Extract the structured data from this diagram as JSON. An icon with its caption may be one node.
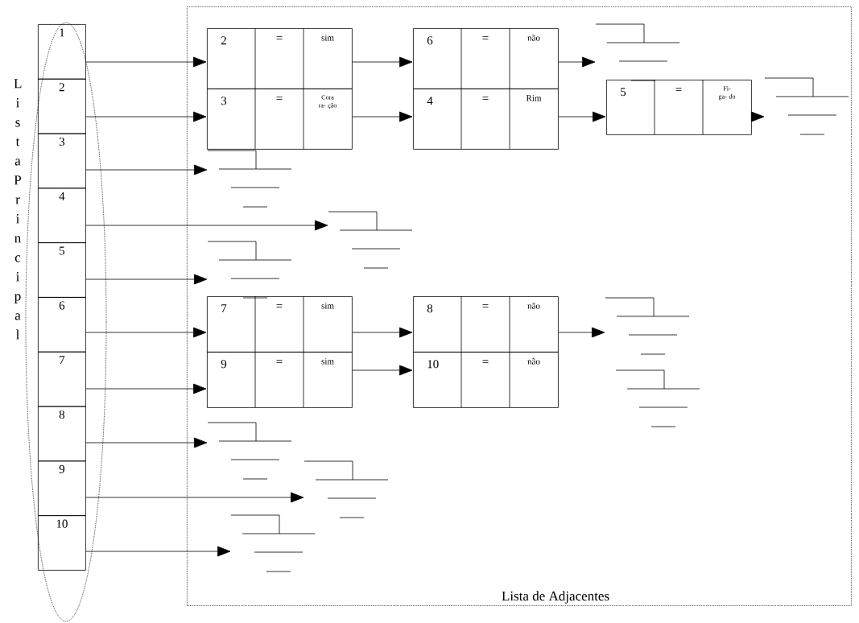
{
  "diagram": {
    "nodes": [
      {
        "text": [
          "1"
        ]
      },
      {
        "text": [
          "2"
        ]
      },
      {
        "text": [
          "3"
        ]
      },
      {
        "text": [
          "4"
        ]
      },
      {
        "text": [
          "5"
        ]
      },
      {
        "text": [
          "6"
        ]
      },
      {
        "text": [
          "7"
        ]
      },
      {
        "text": [
          "8"
        ]
      },
      {
        "text": [
          "9"
        ]
      },
      {
        "text": [
          "10"
        ]
      },
      {
        "text": [
          "Lista de Adjacentes"
        ]
      },
      {
        "text": [
          "2",
          "=",
          "sim"
        ],
        "in": 10
      },
      {
        "text": [
          "3",
          "=",
          "Cora ra- ção"
        ],
        "in": 10
      },
      {
        "text": [
          "6",
          "=",
          "não"
        ],
        "in": 10
      },
      {
        "text": [
          "4",
          "=",
          "Rim"
        ],
        "in": 10
      },
      {
        "text": [
          "5",
          "=",
          "Fi- ga- do"
        ],
        "in": 10
      },
      {
        "text": [
          "7",
          "=",
          "sim"
        ],
        "in": 10
      },
      {
        "text": [
          "9",
          "=",
          "sim"
        ],
        "in": 10
      },
      {
        "text": [
          "8",
          "=",
          "não"
        ],
        "in": 10
      },
      {
        "text": [
          "10",
          "=",
          "não"
        ],
        "in": 10
      },
      {
        "text": [],
        "shape": "ground",
        "in": 10
      },
      {
        "text": [],
        "shape": "ground",
        "in": 10
      },
      {
        "text": [],
        "shape": "ground",
        "in": 10
      },
      {
        "text": [],
        "shape": "ground",
        "in": 10
      },
      {
        "text": [],
        "shape": "ground",
        "in": 10
      },
      {
        "text": [],
        "shape": "ground",
        "in": 10
      },
      {
        "text": [],
        "shape": "ground",
        "in": 10
      },
      {
        "text": [],
        "shape": "ground",
        "in": 10
      },
      {
        "text": [],
        "shape": "ground",
        "in": 10
      },
      {
        "text": [],
        "shape": "ground",
        "in": 10
      }
    ],
    "edges": [
      {
        "from": 0,
        "to": 11,
        "arrow": "to"
      },
      {
        "from": 1,
        "to": 12,
        "arrow": "to"
      },
      {
        "from": 2,
        "to": 22,
        "arrow": "to"
      },
      {
        "from": 3,
        "to": 23,
        "arrow": "to"
      },
      {
        "from": 4,
        "to": 24,
        "arrow": "to"
      },
      {
        "from": 5,
        "to": 16,
        "arrow": "to"
      },
      {
        "from": 6,
        "to": 17,
        "arrow": "to"
      },
      {
        "from": 7,
        "to": 27,
        "arrow": "to"
      },
      {
        "from": 8,
        "to": 28,
        "arrow": "to"
      },
      {
        "from": 9,
        "to": 29,
        "arrow": "to"
      },
      {
        "from": 11,
        "to": 13,
        "arrow": "to"
      },
      {
        "from": 12,
        "to": 14,
        "arrow": "to"
      },
      {
        "from": 14,
        "to": 15,
        "arrow": "to"
      },
      {
        "from": 15,
        "to": 21,
        "arrow": "to"
      },
      {
        "from": 13,
        "to": 20,
        "arrow": "to"
      },
      {
        "from": 16,
        "to": 18,
        "arrow": "to"
      },
      {
        "from": 17,
        "to": 19,
        "arrow": "to"
      },
      {
        "from": 18,
        "to": 25,
        "arrow": "to"
      }
    ],
    "labels": [
      "Lista Principal"
    ]
  }
}
